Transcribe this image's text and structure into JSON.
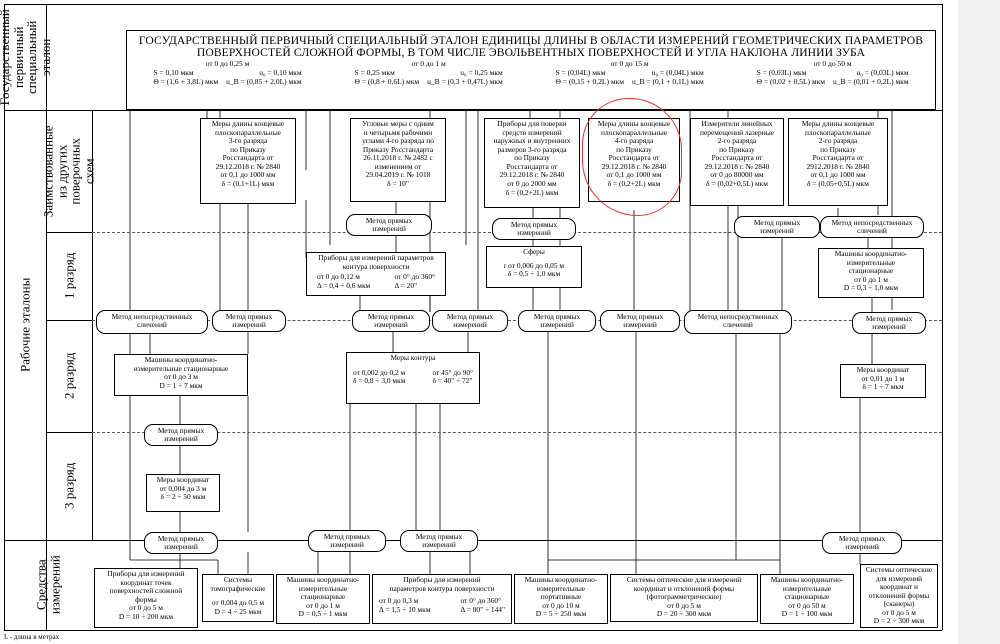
{
  "row_labels": {
    "state": "Государственный первичный специальный эталон",
    "borrowed": "Заимствованные из других поверочных схем",
    "working": "Рабочие эталоны",
    "r1": "1 разряд",
    "r2": "2 разряд",
    "r3": "3 разряд",
    "means": "Средства измерений"
  },
  "header": {
    "title": "ГОСУДАРСТВЕННЫЙ ПЕРВИЧНЫЙ СПЕЦИАЛЬНЫЙ ЭТАЛОН ЕДИНИЦЫ ДЛИНЫ В ОБЛАСТИ ИЗМЕРЕНИЙ ГЕОМЕТРИЧЕСКИХ ПАРАМЕТРОВ ПОВЕРХНОСТЕЙ СЛОЖНОЙ ФОРМЫ, В ТОМ ЧИСЛЕ ЭВОЛЬВЕНТНЫХ ПОВЕРХНОСТЕЙ И УГЛА НАКЛОНА ЛИНИИ ЗУБА",
    "cols": [
      {
        "range": "от 0 до 0,25 м",
        "l1": "S = 0,10 мкм",
        "r1": "u₀ = 0,10 мкм",
        "l2": "Θ = (1,6 + 3,8L) мкм",
        "r2": "u_B = (0,85 + 2,0L) мкм"
      },
      {
        "range": "от 0 до 1 м",
        "l1": "S = 0,25 мкм",
        "r1": "u₀ = 0,25 мкм",
        "l2": "Θ = (0,8 + 0,6L) мкм",
        "r2": "u_B = (0,3 + 0,47L) мкм"
      },
      {
        "range": "от 0 до 15 м",
        "l1": "S = (0,04L) мкм",
        "r1": "u₀ = (0,04L) мкм",
        "l2": "Θ = (0,15 + 0,2L) мкм",
        "r2": "u_B = (0,1 + 0,1L) мкм"
      },
      {
        "range": "от 0 до 50 м",
        "l1": "S = (0,03L) мкм",
        "r1": "u₀ = (0,03L) мкм",
        "l2": "Θ = (0,02 + 0,5L) мкм",
        "r2": "u_B = (0,01 + 0,2L) мкм"
      }
    ]
  },
  "borrowed": [
    {
      "id": "b1",
      "lines": [
        "Меры длины концевые",
        "плоскопараллельные",
        "3-го разряда",
        "по Приказу",
        "Росстандарта от",
        "29.12.2018 г. № 2840",
        "от 0,1 до 1000 мм",
        "δ = (0,1+1L) мкм"
      ]
    },
    {
      "id": "b2",
      "lines": [
        "Угловые меры с одним",
        "и четырьмя рабочими",
        "углами 4-го разряда по",
        "Приказу Росстандарта",
        "26.11.2018 г. № 2482 с",
        "изменением от",
        "29.04.2019 г. № 1018",
        "δ = 10\""
      ]
    },
    {
      "id": "b3",
      "lines": [
        "Приборы для поверки",
        "средств измерений",
        "наружных и внутренних",
        "размеров 3-го разряда",
        "по Приказу",
        "Росстандарта от",
        "29.12.2018 г. № 2840",
        "от 0 до 2000 мм",
        "δ = (0,2+2L) мкм"
      ]
    },
    {
      "id": "b4",
      "lines": [
        "Меры длины концевые",
        "плоскопараллельные",
        "4-го разряда",
        "по Приказу",
        "Росстандарта от",
        "29.12.2018 г. № 2840",
        "от 0,1 до 1000 мм",
        "δ = (0,2+2L) мкм"
      ]
    },
    {
      "id": "b5",
      "lines": [
        "Измерители линейных",
        "перемещений лазерные",
        "2-го разряда",
        "по Приказу",
        "Росстандарта от",
        "29.12.2018 г. № 2840",
        "от 0 до 80000 мм",
        "δ = (0,02+0,5L) мкм"
      ]
    },
    {
      "id": "b6",
      "lines": [
        "Меры длины концевые",
        "плоскопараллельные",
        "2-го разряда",
        "по Приказу",
        "Росстандарта от",
        "2912.2018 г. № 2840",
        "от 0,1 до 1000 мм",
        "δ = (0,05+0,5L) мкм"
      ]
    }
  ],
  "methods": {
    "direct": "Метод прямых измерений",
    "direct_l1": "Метод прямых",
    "direct_l2": "измерений",
    "indirect_l1": "Метод непосредственных",
    "indirect_l2": "сличений"
  },
  "r1_boxes": {
    "contour_dev": {
      "title": [
        "Приборы для измерений параметров",
        "контура поверхности"
      ],
      "a": [
        "от 0 до 0,12 м",
        "Δ = 0,4 ÷ 0,6 мкм"
      ],
      "b": [
        "от 0° до 360°",
        "Δ = 20\""
      ]
    },
    "spheres": {
      "lines": [
        "Сферы",
        "",
        "r от 0,006 до 0,05 м",
        "δ = 0,5 ÷ 1,0 мкм"
      ]
    },
    "cmm1": {
      "lines": [
        "Машины координатно-",
        "измерительные",
        "стационарные",
        "от 0 до 1 м",
        "D = 0,3 ÷ 1,0 мкм"
      ]
    }
  },
  "r2_boxes": {
    "cmm2": {
      "lines": [
        "Машины координатно-",
        "измерительные стационарные",
        "от 0 до 3 м",
        "D = 1 ÷ 7 мкм"
      ]
    },
    "contour_meas": {
      "title": [
        "Меры контура"
      ],
      "a": [
        "от 0,002 до 0,2 м",
        "δ = 0,8 ÷ 3,0 мкм"
      ],
      "b": [
        "от 45° до 90°",
        "δ = 40\" ÷ 72\""
      ]
    },
    "coord_meas2": {
      "lines": [
        "Меры координат",
        "от 0,01 до 1 м",
        "δ = 1 ÷ 7 мкм"
      ]
    }
  },
  "r3_boxes": {
    "coord_meas3": {
      "lines": [
        "Меры координат",
        "от 0,004 до 3 м",
        "δ = 2 ÷ 50 мкм"
      ]
    }
  },
  "means_boxes": [
    {
      "id": "m1",
      "lines": [
        "Приборы для измерений",
        "координат точек",
        "поверхностей сложной",
        "формы",
        "от 0 до 5 м",
        "D = 10 ÷ 200 мкм"
      ]
    },
    {
      "id": "m2",
      "lines": [
        "Системы",
        "томографические",
        "",
        "от 0,004 до 0,5 м",
        "D = 4 ÷ 25 мкм"
      ]
    },
    {
      "id": "m3",
      "lines": [
        "Машины координатно-",
        "измерительные",
        "стационарные",
        "от 0 до 1 м",
        "D = 0,5 ÷ 1 мкм"
      ]
    },
    {
      "id": "m5",
      "lines": [
        "Машины координатно-",
        "измерительные",
        "портативные",
        "от 0 до 10 м",
        "D = 5 ÷ 250 мкм"
      ]
    },
    {
      "id": "m6",
      "lines": [
        "Системы оптические для измерений",
        "координат и отклонений формы",
        "(фотограмметрические)",
        "от 0 до 5 м",
        "D = 20 ÷ 300 мкм"
      ]
    },
    {
      "id": "m7",
      "lines": [
        "Машины координатно-",
        "измерительные",
        "стационарные",
        "от 0 до 50 м",
        "D = 1 ÷ 100 мкм"
      ]
    },
    {
      "id": "m8",
      "lines": [
        "Системы оптические",
        "для измерений",
        "координат и",
        "отклонений формы",
        "(сканеры)",
        "от 0 до 5 м",
        "D = 2 ÷ 300 мкм"
      ]
    }
  ],
  "means_contour": {
    "title": [
      "Приборы для измерений",
      "параметров контура поверхности"
    ],
    "a": [
      "от 0 до 0,3 м",
      "Δ = 1,5 ÷ 10 мкм"
    ],
    "b": [
      "от 0° до 360°",
      "Δ = 80\" ÷ 144\""
    ]
  },
  "footnote": "L - длина в метрах",
  "colors": {
    "highlight": "#e8302f",
    "right_pane": "#f1f1f1"
  }
}
